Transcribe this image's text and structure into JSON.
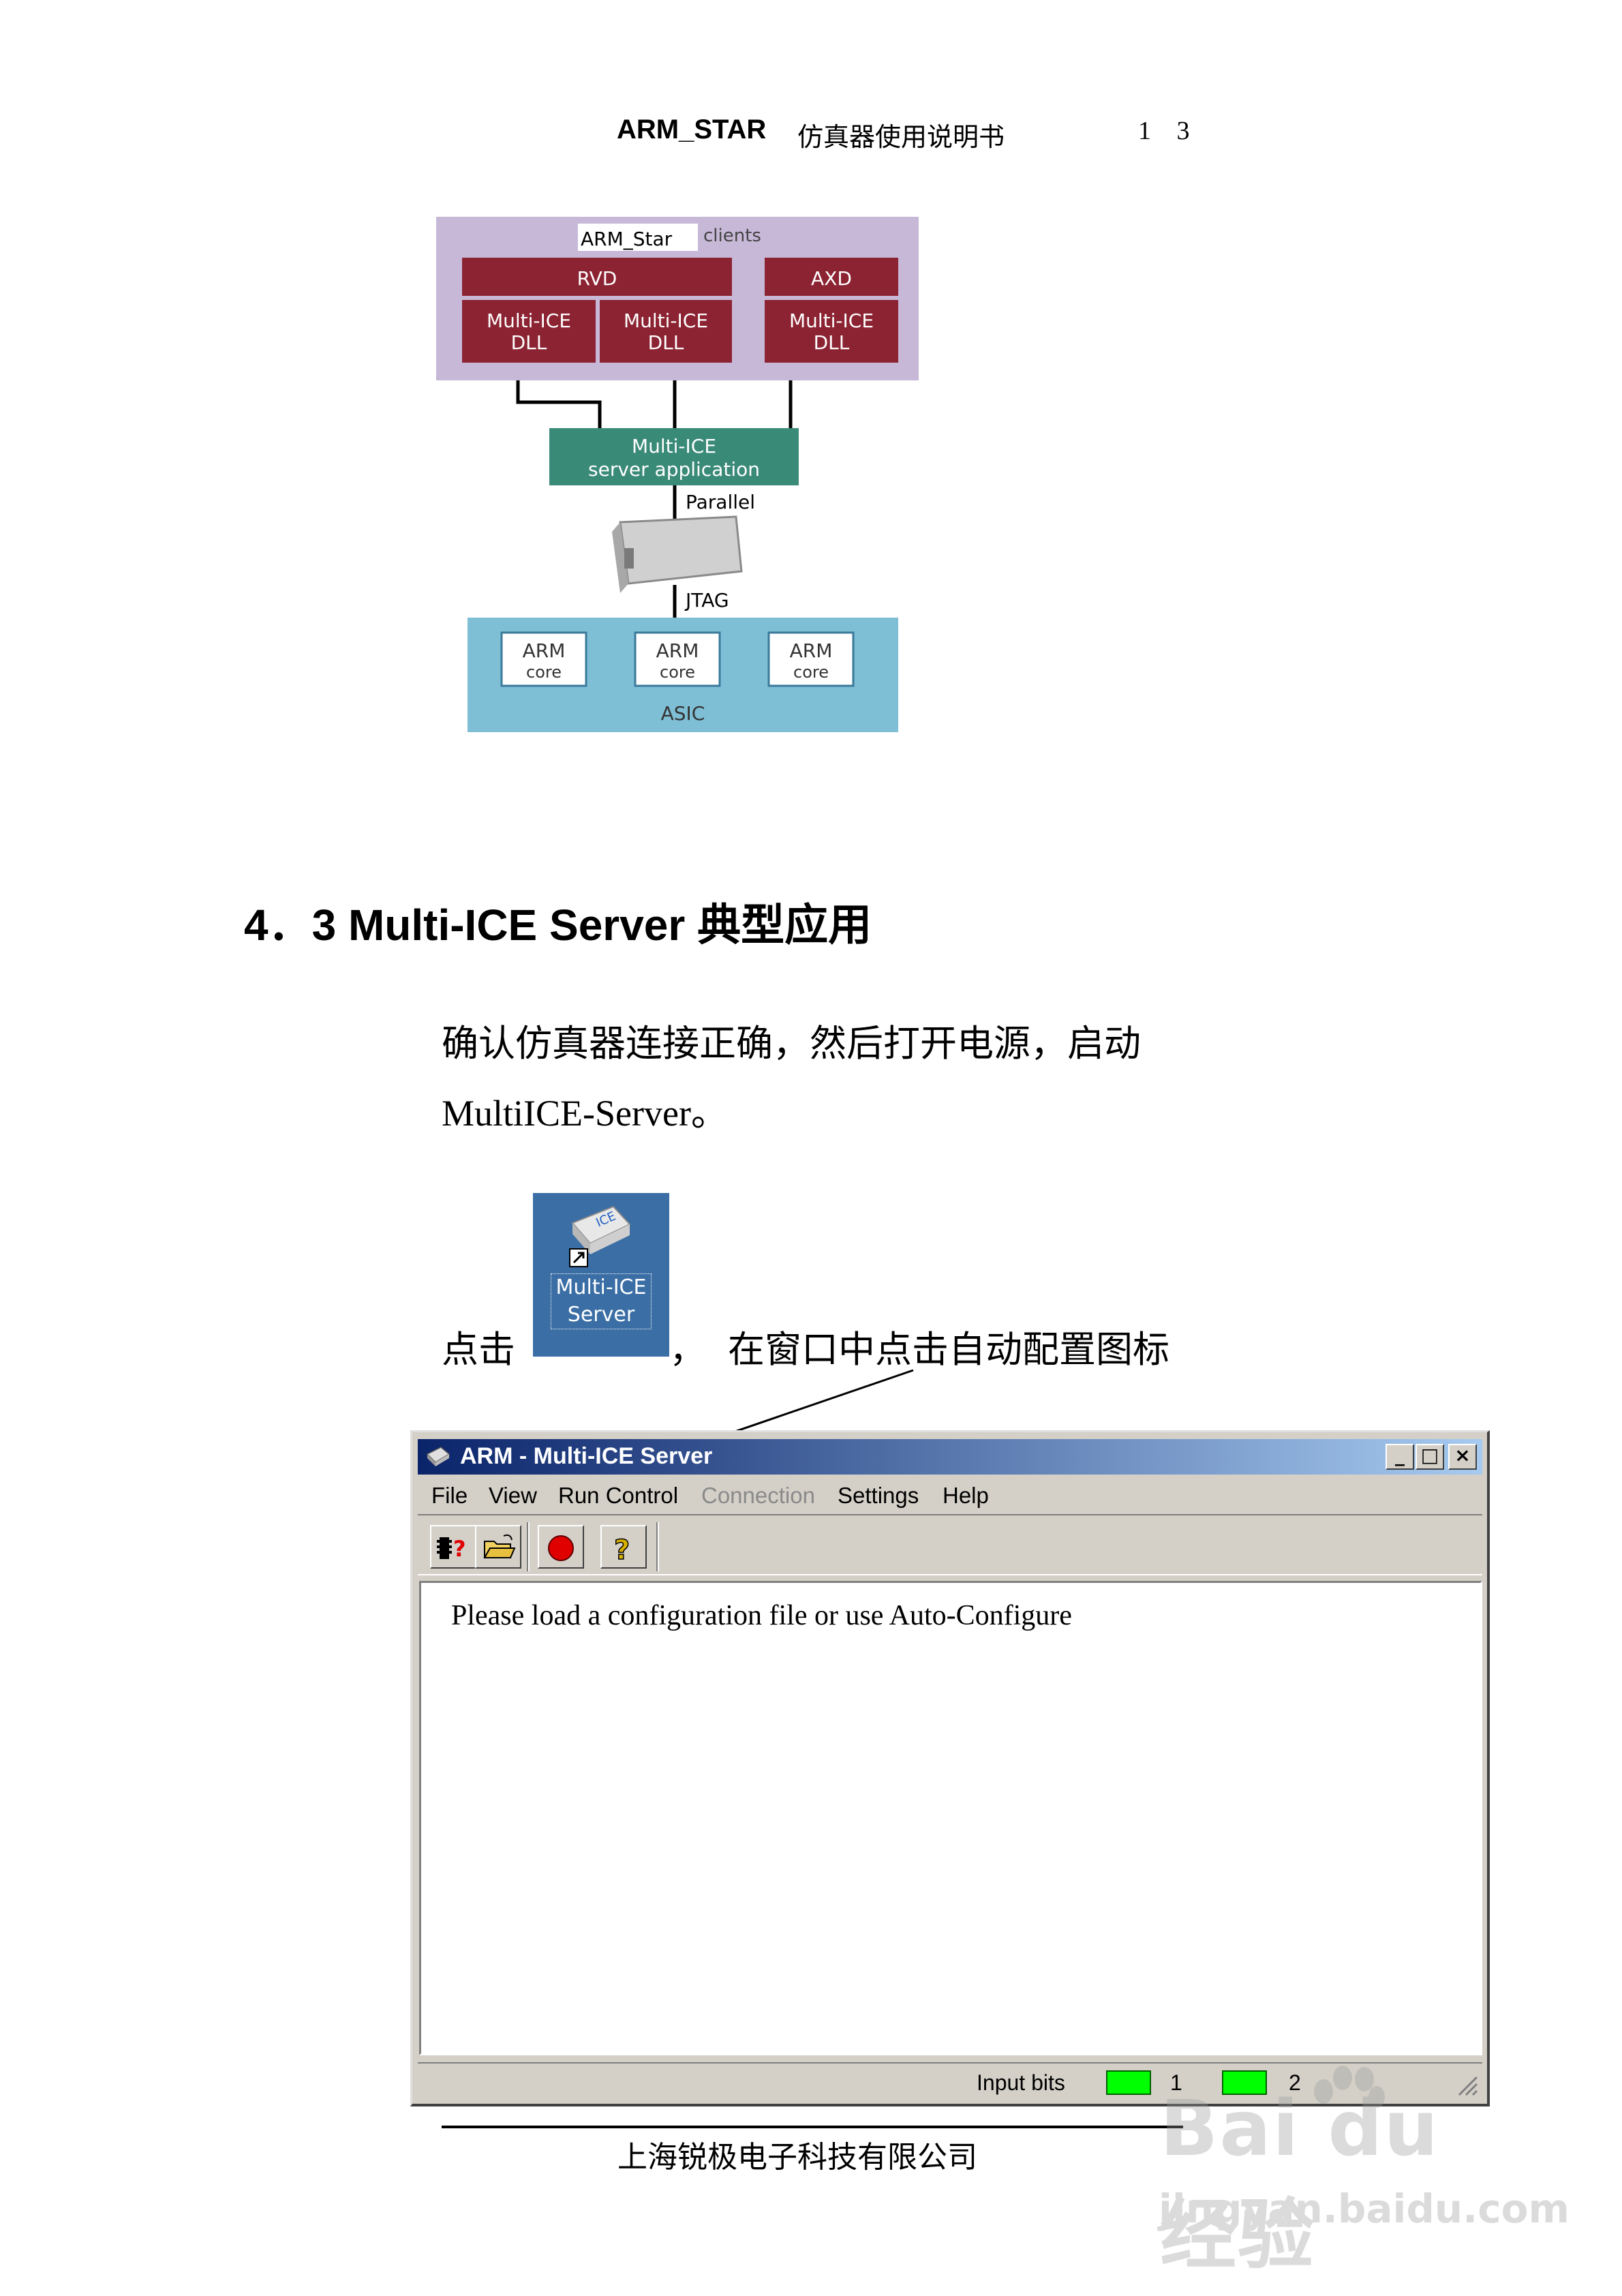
{
  "header": {
    "title": "ARM_STAR",
    "subtitle_cn": "仿真器使用说明书",
    "page": "1 3"
  },
  "diagram": {
    "clients_box_label": "ARM_Star",
    "clients_label": "clients",
    "rvd": "RVD",
    "axd": "AXD",
    "dll_line1": "Multi-ICE",
    "dll_line2": "DLL",
    "server_line1": "Multi-ICE",
    "server_line2": "server application",
    "parallel": "Parallel",
    "jtag": "JTAG",
    "core_line1": "ARM",
    "core_line2": "core",
    "asic": "ASIC",
    "colors": {
      "clients_bg": "#c8b8d8",
      "dll_red": "#8c2332",
      "server_green": "#3a8a78",
      "asic_blue": "#7fbfd6"
    }
  },
  "section": {
    "heading": "4．3 Multi-ICE Server 典型应用",
    "para_line1": "确认仿真器连接正确，然后打开电源，启动",
    "para_line2": "MultiICE-Server。",
    "click_prefix": "点击",
    "comma": "，",
    "click_suffix": "在窗口中点击自动配置图标"
  },
  "desktop_icon": {
    "line1": "Multi-ICE",
    "line2": "Server"
  },
  "window": {
    "title": "ARM - Multi-ICE Server",
    "controls": {
      "minimize": "_",
      "maximize": "□",
      "close": "×"
    },
    "menu": {
      "file": "File",
      "view": "View",
      "run_control": "Run Control",
      "connection": "Connection",
      "settings": "Settings",
      "help": "Help"
    },
    "toolbar_icons": [
      "auto-configure-icon",
      "open-folder-icon",
      "record-stop-icon",
      "help-icon"
    ],
    "message": "Please load a configuration file or use Auto-Configure",
    "status": {
      "label": "Input bits",
      "bit1": "1",
      "bit2": "2",
      "led_color": "#00ff00"
    }
  },
  "footer": {
    "company": "上海锐极电子科技有限公司"
  },
  "watermark": {
    "brand": "Bai du 经验",
    "url": "jingyan.baidu.com"
  }
}
